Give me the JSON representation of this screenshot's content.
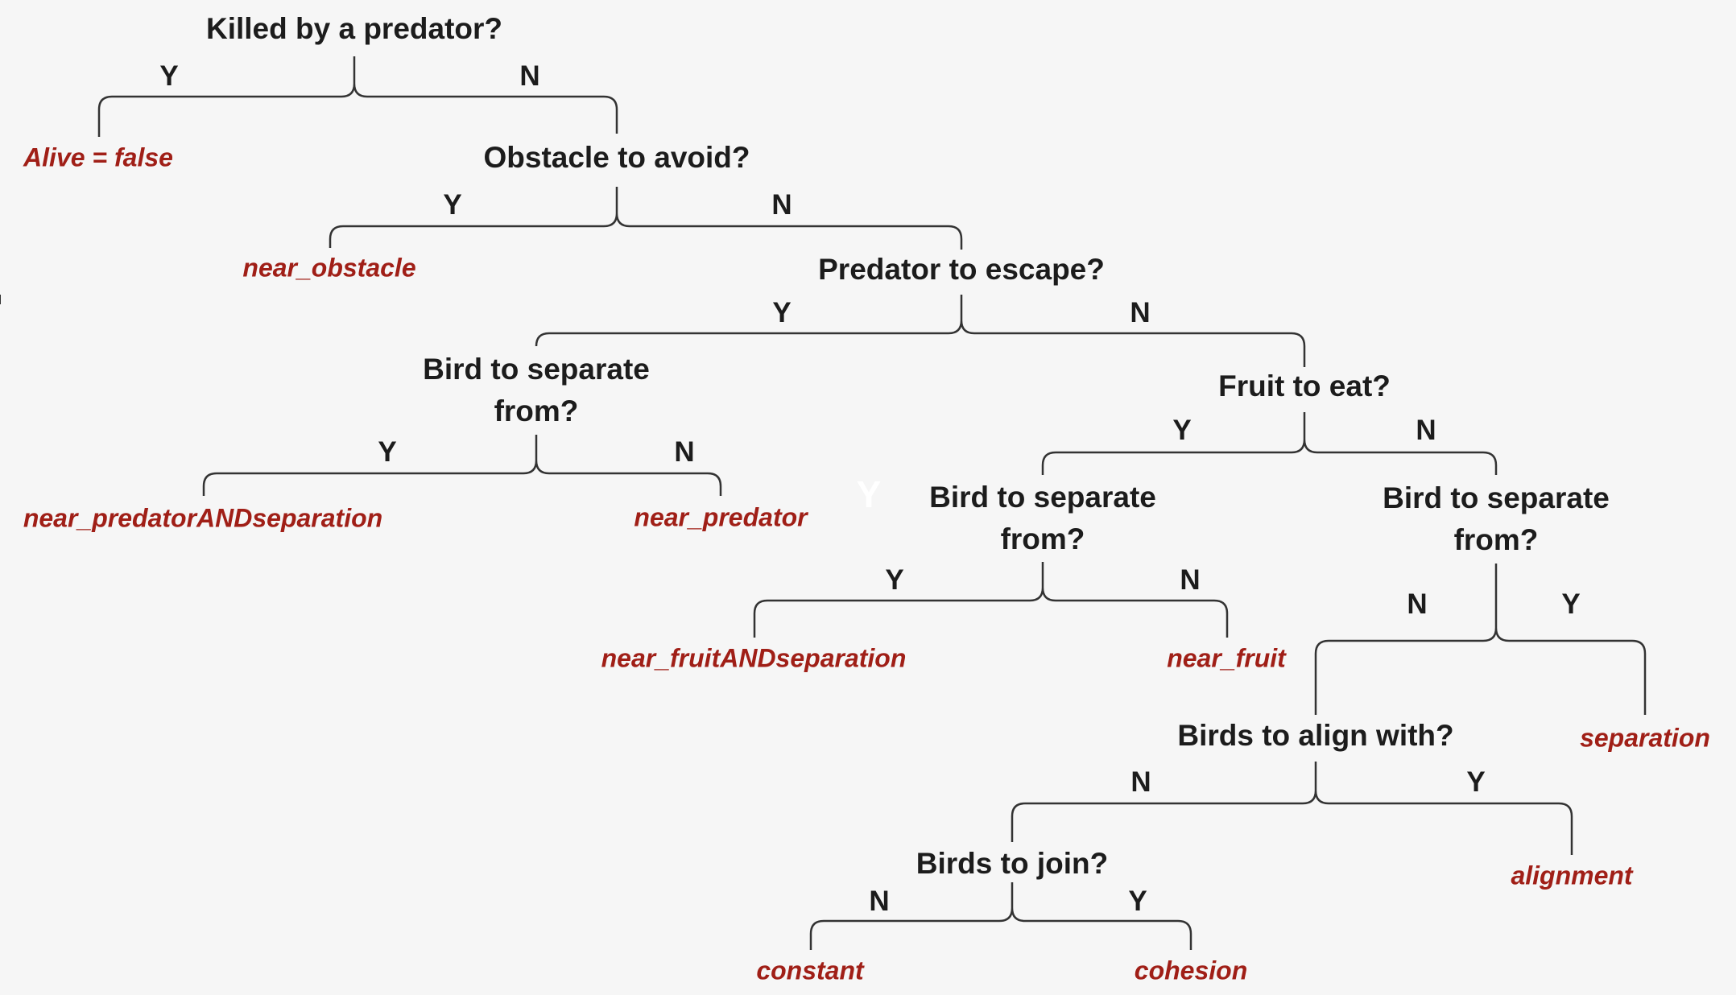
{
  "questions": {
    "q1": "Killed by a predator?",
    "q2": "Obstacle to avoid?",
    "q3": "Predator to escape?",
    "q4a": "Bird to separate",
    "q4b": "from?",
    "q5": "Fruit to eat?",
    "q6a": "Bird to separate",
    "q6b": "from?",
    "q7a": "Bird to separate",
    "q7b": "from?",
    "q8": "Birds to align with?",
    "q9": "Birds to join?"
  },
  "outcomes": {
    "alive_false": "Alive = false",
    "near_obstacle": "near_obstacle",
    "near_predator_and_separation": "near_predatorANDseparation",
    "near_predator": "near_predator",
    "near_fruit_and_separation": "near_fruitANDseparation",
    "near_fruit": "near_fruit",
    "separation": "separation",
    "alignment": "alignment",
    "constant": "constant",
    "cohesion": "cohesion"
  },
  "branch_labels": {
    "yes": "Y",
    "no": "N"
  },
  "colors": {
    "background": "#f6f6f6",
    "question_text": "#1c1c1c",
    "outcome_text": "#a01f17",
    "connector": "#333333"
  }
}
